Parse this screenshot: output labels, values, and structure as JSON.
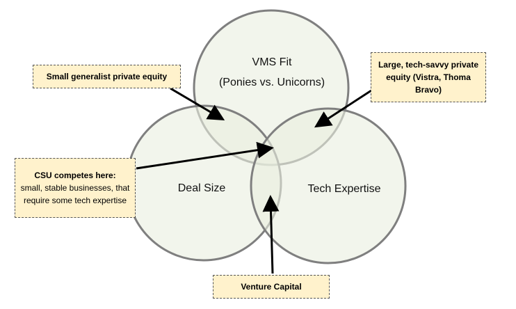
{
  "circles": [
    {
      "id": "vms-fit",
      "line1": "VMS Fit",
      "line2": "(Ponies vs. Unicorns)"
    },
    {
      "id": "deal-size",
      "line1": "Deal Size"
    },
    {
      "id": "tech-expertise",
      "line1": "Tech Expertise"
    }
  ],
  "callouts": {
    "small_generalist": "Small generalist private equity",
    "large_techsavvy": "Large, tech-savvy private equity (Vistra, Thoma Bravo)",
    "csu_title": "CSU competes here:",
    "csu_body": "small, stable businesses, that require some tech expertise",
    "venture_capital": "Venture Capital"
  },
  "colors": {
    "circle_fill": "#e9efdf",
    "circle_stroke": "#7f7f7f",
    "callout_fill": "#fff2cc",
    "arrow": "#000000"
  }
}
